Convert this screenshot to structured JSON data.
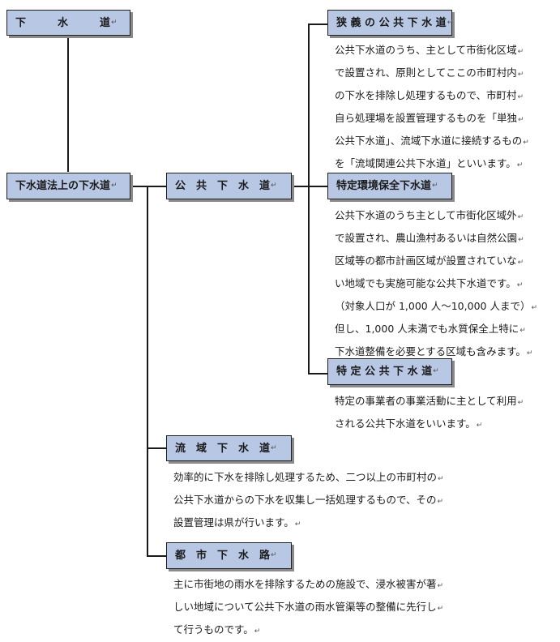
{
  "nodes": {
    "gesuido": "下　　　水　　　道",
    "hojo": "下水道法上の下水道",
    "kokyo": "公　共　下　水　道",
    "kyogi": "狭 義 の 公 共 下 水 道",
    "tokutei_kankyo": "特定環境保全下水道",
    "tokutei_kokyo": "特 定 公 共 下 水 道",
    "ryuiki": "流　域　下　水　道",
    "toshi": "都　市　下　水　路"
  },
  "desc": {
    "kyogi": [
      "公共下水道のうち、主として市街化区域",
      "で設置され、原則としてここの市町村内",
      "の下水を排除し処理するもので、市町村",
      "自ら処理場を設置管理するものを「単独",
      "公共下水道」、流域下水道に接続するもの",
      "を「流域関連公共下水道」といいます。"
    ],
    "tokutei_kankyo": [
      "公共下水道のうち主として市街化区域外",
      "で設置され、農山漁村あるいは自然公園",
      "区域等の都市計画区域が設置されていな",
      "い地域でも実施可能な公共下水道です。",
      "（対象人口が 1,000 人～10,000 人まで）",
      "但し、1,000 人未満でも水質保全上特に",
      "下水道整備を必要とする区域も含みます。"
    ],
    "tokutei_kokyo": [
      "特定の事業者の事業活動に主として利用",
      "される公共下水道をいいます。"
    ],
    "ryuiki": [
      "効率的に下水を排除し処理するため、二つ以上の市町村の",
      "公共下水道からの下水を収集し一括処理するもので、その",
      "設置管理は県が行います。"
    ],
    "toshi": [
      "主に市街地の雨水を排除するための施設で、浸水被害が著",
      "しい地域について公共下水道の雨水管渠等の整備に先行し",
      "て行うものです。"
    ]
  },
  "return_mark": "↵"
}
